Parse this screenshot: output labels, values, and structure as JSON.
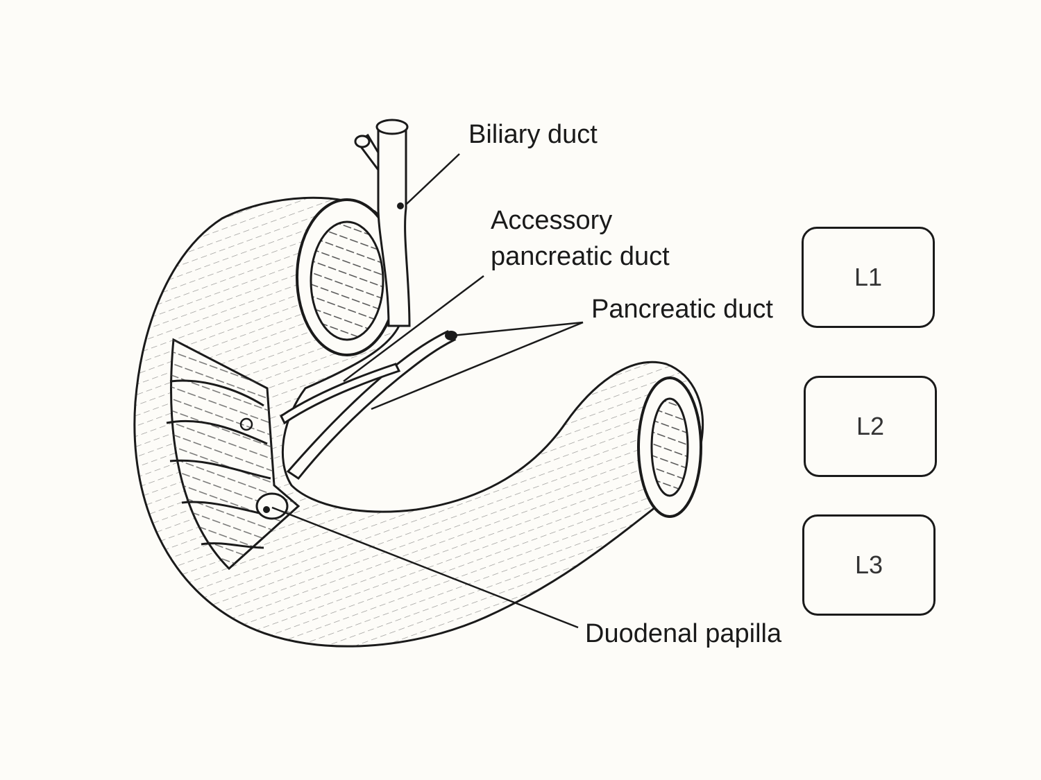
{
  "labels": {
    "biliary_duct": "Biliary duct",
    "accessory_line1": "Accessory",
    "accessory_line2": "pancreatic duct",
    "pancreatic_duct": "Pancreatic duct",
    "duodenal_papilla": "Duodenal papilla"
  },
  "vertebrae": [
    "L1",
    "L2",
    "L3"
  ],
  "colors": {
    "ink": "#1a1a1a",
    "paper": "#fdfcf8"
  }
}
